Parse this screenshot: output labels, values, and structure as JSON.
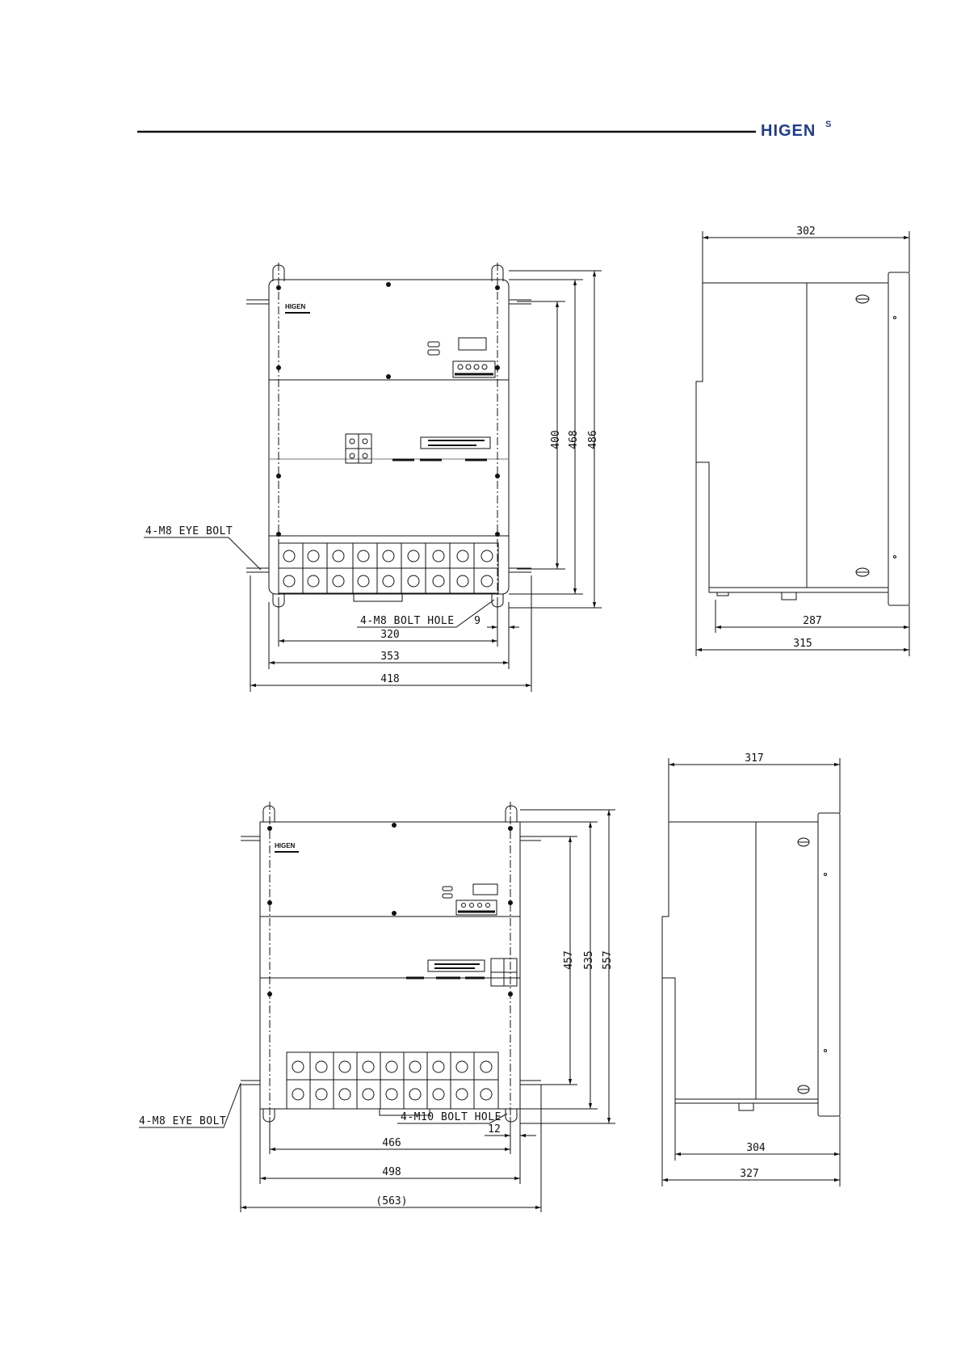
{
  "header": {
    "logo_text": "HIGEN",
    "logo_superscript": "S",
    "brand_color": "#1f3d8a"
  },
  "drawing_1": {
    "front_view": {
      "cabinet_logo": "HIGEN",
      "dimensions": {
        "height_400": "400",
        "height_468": "468",
        "height_486": "486",
        "width_320": "320",
        "width_353": "353",
        "width_418": "418",
        "offset_9": "9"
      },
      "notes": {
        "eye_bolt": "4-M8 EYE BOLT",
        "bolt_hole": "4-M8 BOLT HOLE"
      }
    },
    "side_view": {
      "dimensions": {
        "depth_302": "302",
        "depth_287": "287",
        "depth_315": "315"
      }
    }
  },
  "drawing_2": {
    "front_view": {
      "cabinet_logo": "HIGEN",
      "dimensions": {
        "height_457": "457",
        "height_535": "535",
        "height_557": "557",
        "width_466": "466",
        "width_498": "498",
        "width_563": "(563)",
        "offset_12": "12"
      },
      "notes": {
        "eye_bolt": "4-M8 EYE BOLT",
        "bolt_hole": "4-M10 BOLT HOLE"
      }
    },
    "side_view": {
      "dimensions": {
        "depth_317": "317",
        "depth_304": "304",
        "depth_327": "327"
      }
    }
  }
}
